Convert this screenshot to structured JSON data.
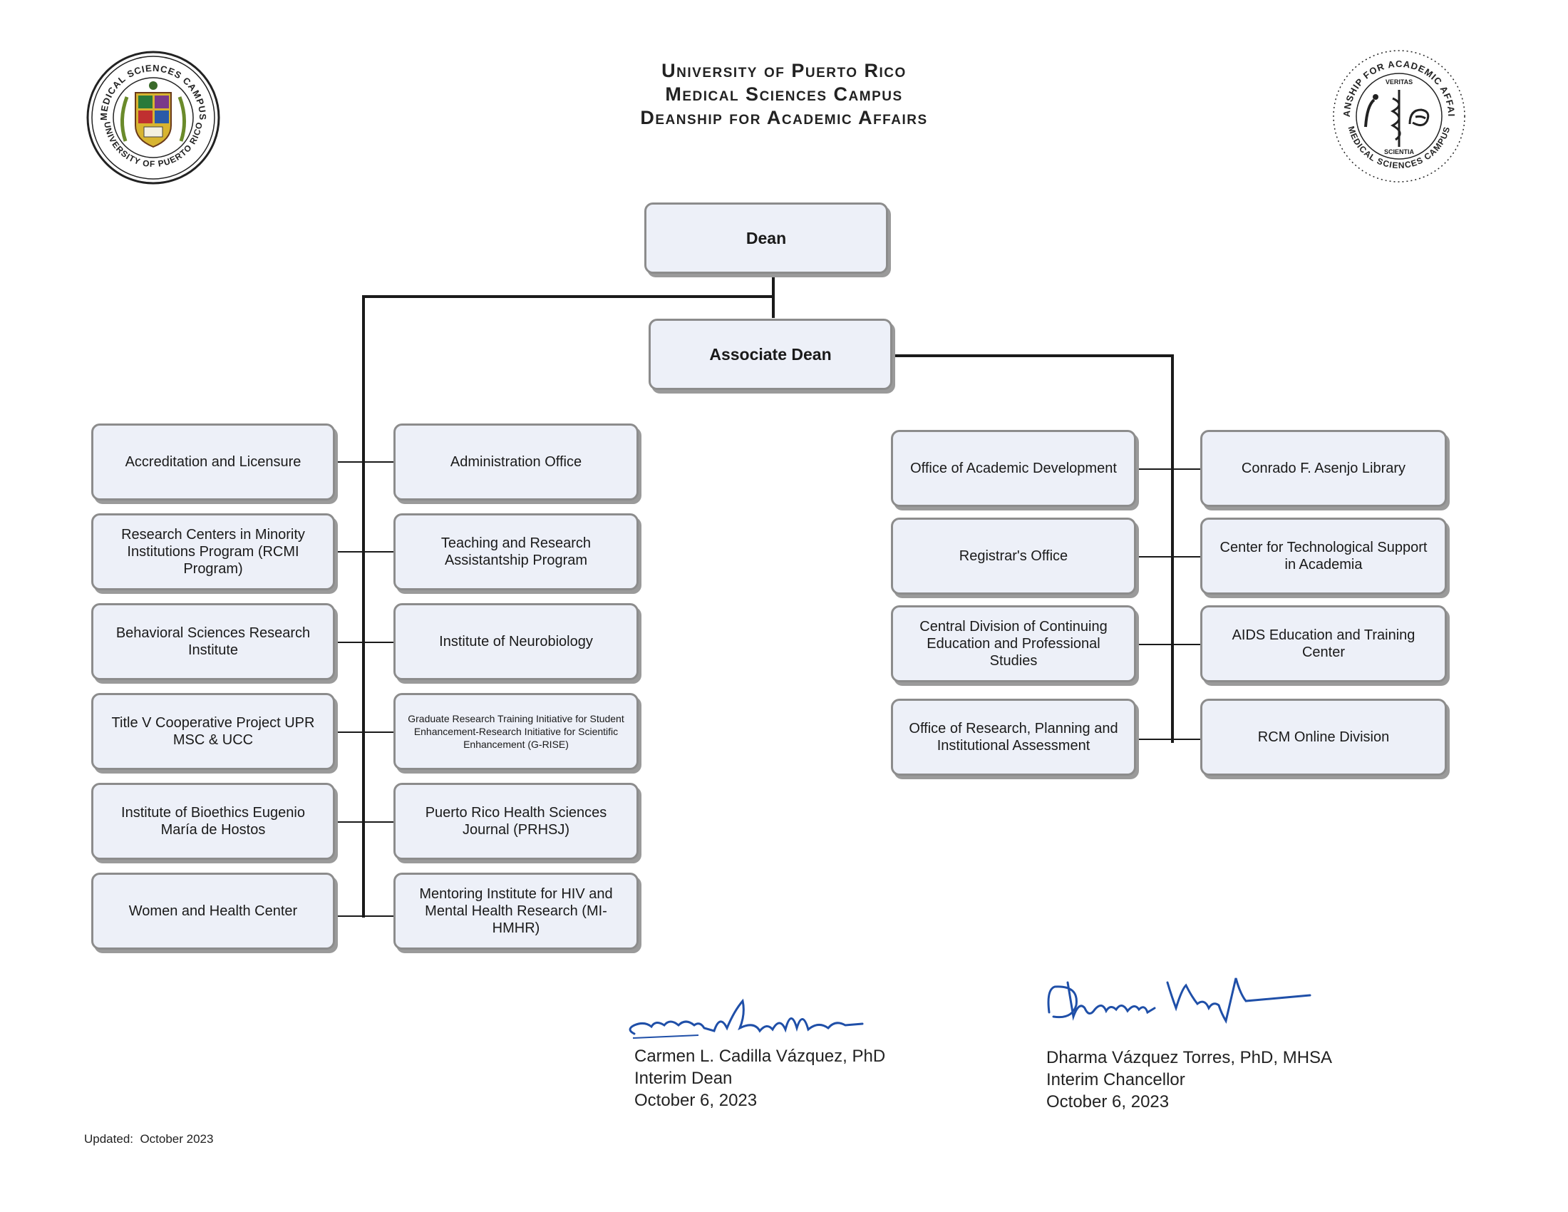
{
  "header": {
    "line1": "University of Puerto Rico",
    "line2": "Medical Sciences Campus",
    "line3": "Deanship for Academic Affairs"
  },
  "logos": {
    "left_ring_top": "MEDICAL SCIENCES CAMPUS",
    "left_ring_bottom": "UNIVERSITY OF PUERTO RICO",
    "right_ring_top": "DEANSHIP FOR ACADEMIC AFFAIRS",
    "right_ring_bottom": "MEDICAL SCIENCES CAMPUS",
    "right_inner_top": "VERITAS",
    "right_inner_bottom": "SCIENTIA"
  },
  "org": {
    "dean": "Dean",
    "associate_dean": "Associate Dean",
    "left_col1": [
      "Accreditation and Licensure",
      "Research Centers in Minority Institutions Program (RCMI Program)",
      "Behavioral Sciences Research Institute",
      "Title V Cooperative Project UPR MSC & UCC",
      "Institute of Bioethics Eugenio María de Hostos",
      "Women and Health Center"
    ],
    "left_col2": [
      "Administration Office",
      "Teaching and Research Assistantship Program",
      "Institute of Neurobiology",
      "Graduate Research Training Initiative for Student Enhancement-Research Initiative for Scientific Enhancement (G-RISE)",
      "Puerto Rico Health Sciences Journal (PRHSJ)",
      "Mentoring Institute for HIV and Mental Health Research (MI-HMHR)"
    ],
    "right_col1": [
      "Office of Academic Development",
      "Registrar's Office",
      "Central Division of Continuing Education and Professional Studies",
      "Office of Research, Planning and Institutional Assessment"
    ],
    "right_col2": [
      "Conrado F. Asenjo Library",
      "Center for Technological Support in Academia",
      "AIDS Education and Training Center",
      "RCM Online Division"
    ]
  },
  "signatures": {
    "left": {
      "name": "Carmen L. Cadilla Vázquez, PhD",
      "title": "Interim Dean",
      "date": "October 6, 2023"
    },
    "right": {
      "name": "Dharma Vázquez Torres, PhD, MHSA",
      "title": "Interim Chancellor",
      "date": "October 6, 2023"
    }
  },
  "footer": {
    "updated": "Updated:  October 2023"
  },
  "colors": {
    "box_fill": "#edf0f8",
    "box_border": "#8c8c8c",
    "signature_ink": "#1f4fa8"
  }
}
